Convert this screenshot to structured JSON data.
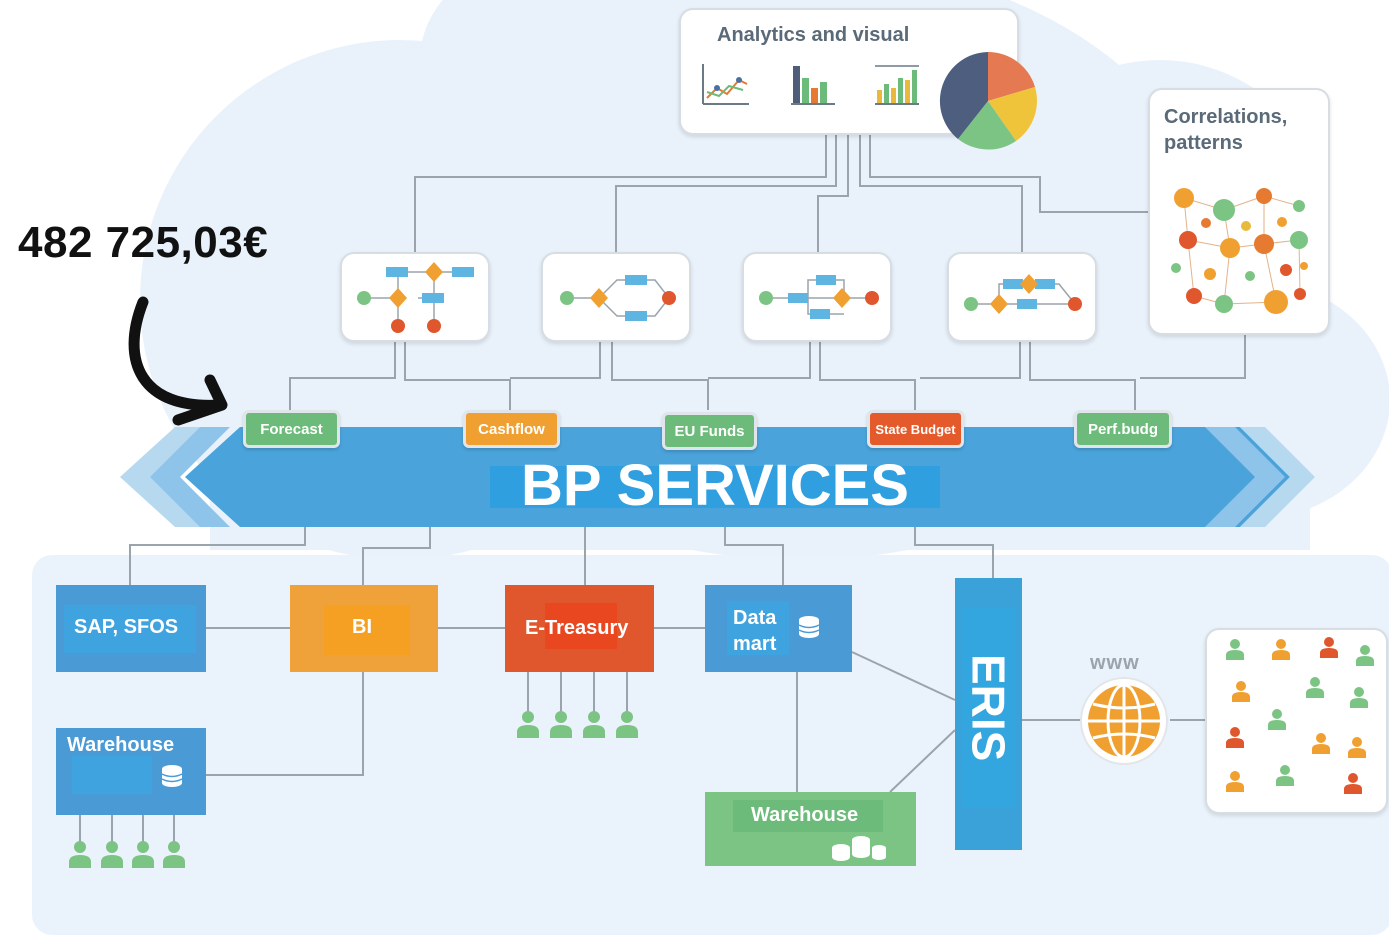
{
  "amount": "482 725,03€",
  "banner": {
    "title": "BP SERVICES"
  },
  "analytics_card": {
    "title": "Analytics and visual"
  },
  "correlations_card": {
    "title_line1": "Correlations,",
    "title_line2": "patterns"
  },
  "tags": [
    {
      "label": "Forecast",
      "color": "#6dbb7a"
    },
    {
      "label": "Cashflow",
      "color": "#f0a030"
    },
    {
      "label": "EU Funds",
      "color": "#6dbb7a"
    },
    {
      "label": "State Budget",
      "color": "#e55a2a"
    },
    {
      "label": "Perf.budg",
      "color": "#6dbb7a"
    }
  ],
  "systems": {
    "sap": "SAP, SFOS",
    "bi": "BI",
    "etreasury": "E-Treasury",
    "datamart": "Data mart",
    "warehouse_left": "Warehouse",
    "warehouse_bottom": "Warehouse",
    "eris": "ERIS",
    "www": "www"
  },
  "colors": {
    "banner": "#4aa3db",
    "sap": "#4a9ad6",
    "bi": "#efa23a",
    "etreasury": "#e0562d",
    "datamart": "#4a9ad6",
    "warehouse_left": "#4a9ad6",
    "warehouse_bottom": "#6dbb7a",
    "eris": "#3aa1d9"
  }
}
